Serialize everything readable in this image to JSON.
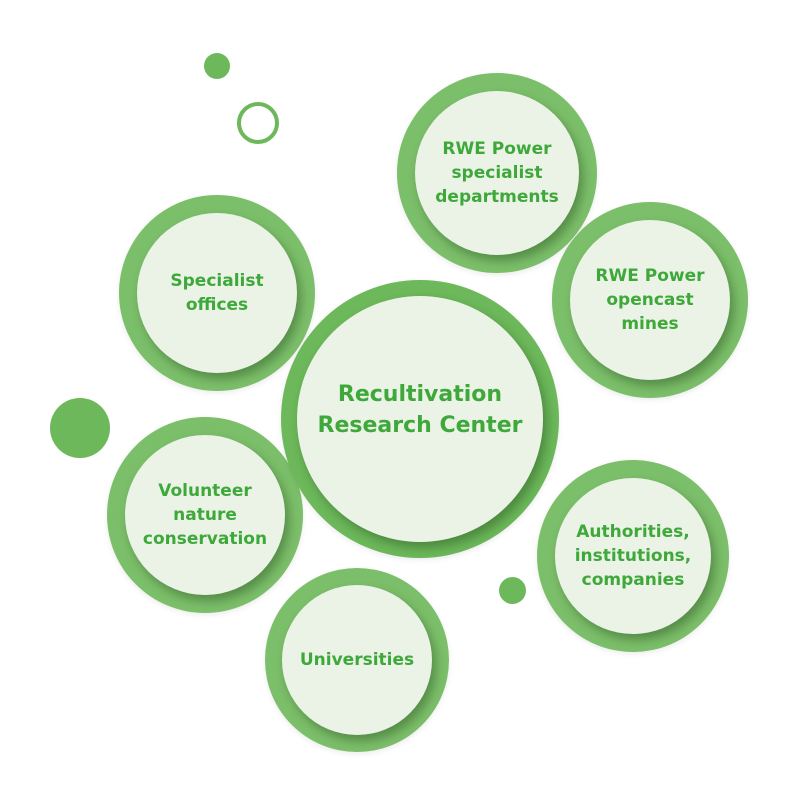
{
  "center": {
    "label": "Recultivation\nResearch Center"
  },
  "nodes": [
    {
      "label": "RWE Power\nspecialist\ndepartments"
    },
    {
      "label": "RWE Power\nopencast\nmines"
    },
    {
      "label": "Specialist\noffices"
    },
    {
      "label": "Volunteer\nnature\nconservation"
    },
    {
      "label": "Universities"
    },
    {
      "label": "Authorities,\ninstitutions,\ncompanies"
    }
  ],
  "colors": {
    "ring": "#7cbf6a",
    "ring_main": "#6cb85a",
    "fill": "#eaf3e6",
    "text": "#3fa83a"
  }
}
